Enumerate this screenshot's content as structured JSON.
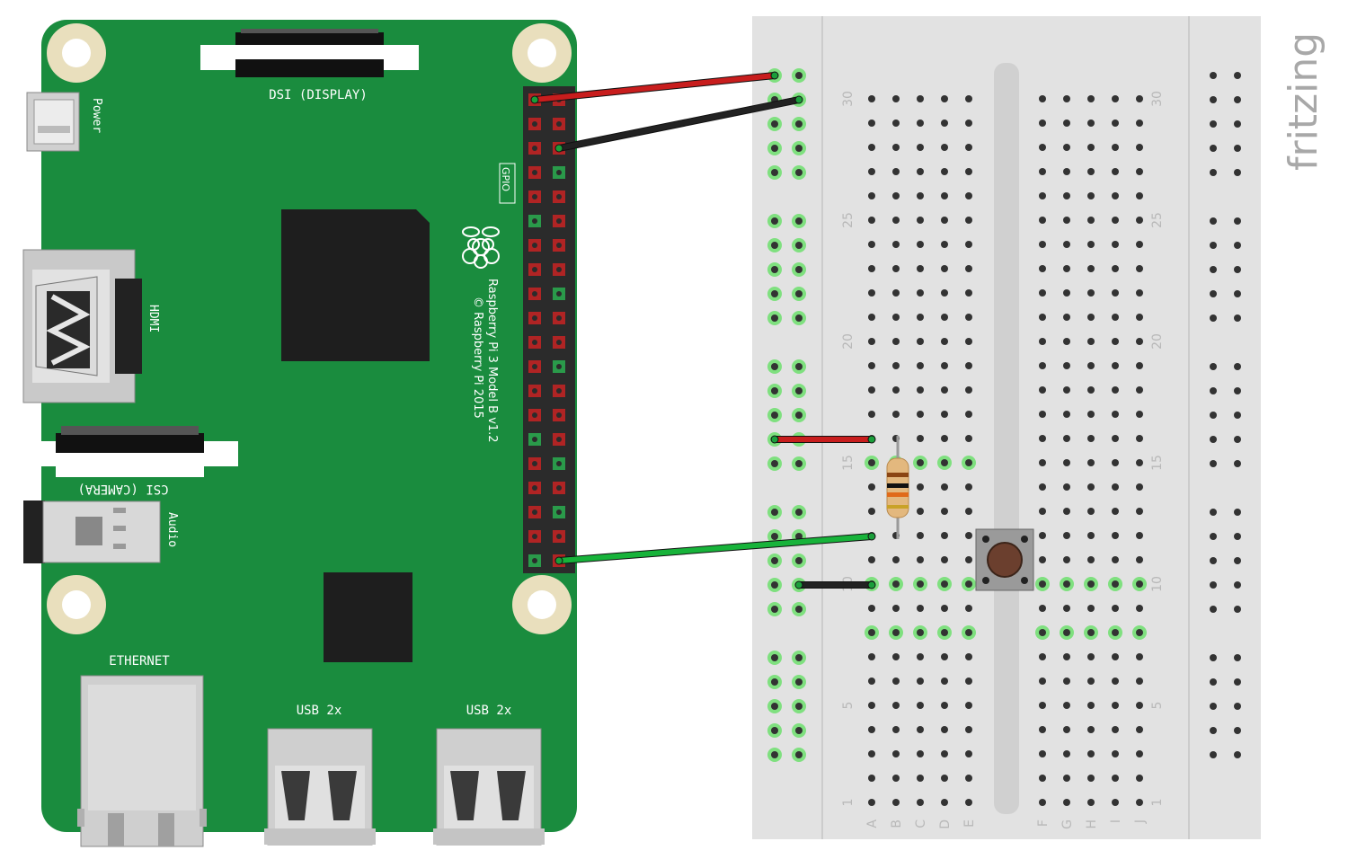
{
  "pi": {
    "labels": {
      "dsi": "DSI (DISPLAY)",
      "power": "Power",
      "hdmi": "HDMI",
      "csi": "CSI (CAMERA)",
      "audio": "Audio",
      "ethernet": "ETHERNET",
      "usb1": "USB 2x",
      "usb2": "USB 2x",
      "gpio": "GPIO",
      "model": "Raspberry Pi 3 Model B v1.2",
      "copyright": "© Raspberry Pi 2015"
    },
    "colors": {
      "board": "#1a8c3e",
      "pin_red": "#b02424",
      "pin_green": "#2a9a4a"
    }
  },
  "breadboard": {
    "row_labels_left": [
      "30",
      "25",
      "20",
      "15",
      "10",
      "5",
      "1"
    ],
    "row_labels_right": [
      "30",
      "25",
      "20",
      "15",
      "10",
      "5",
      "1"
    ],
    "column_labels_left": [
      "A",
      "B",
      "C",
      "D",
      "E"
    ],
    "column_labels_right": [
      "F",
      "G",
      "H",
      "I",
      "J"
    ],
    "colors": {
      "body": "#e2e2e2",
      "hole": "#333333",
      "highlight": "#7fe07f"
    }
  },
  "wires": [
    {
      "name": "power-3v3-wire",
      "color": "#c81d1d"
    },
    {
      "name": "ground-wire",
      "color": "#222222"
    },
    {
      "name": "signal-wire",
      "color": "#17b33a"
    },
    {
      "name": "rail-jumper-red",
      "color": "#c81d1d"
    },
    {
      "name": "rail-jumper-black",
      "color": "#222222"
    }
  ],
  "brand": "fritzing"
}
